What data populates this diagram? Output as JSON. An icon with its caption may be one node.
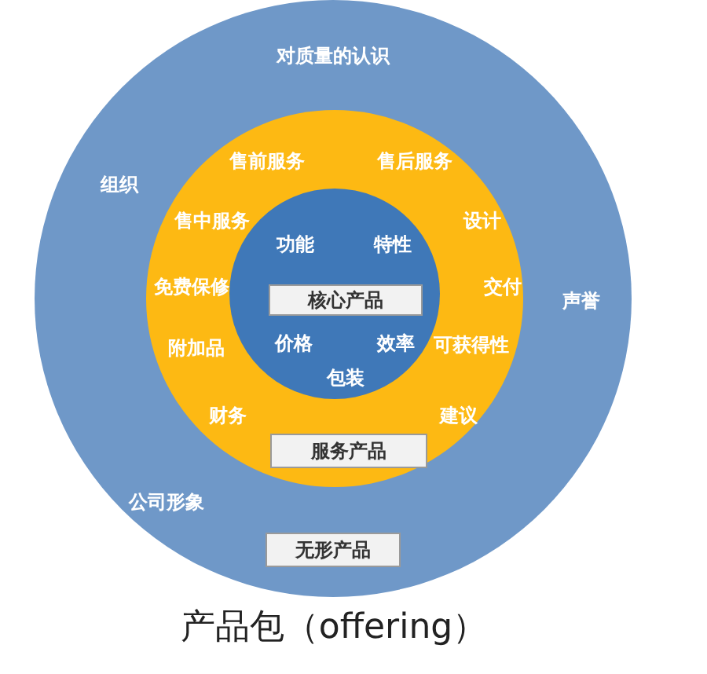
{
  "diagram": {
    "caption": "产品包（offering）",
    "nodes": [
      {
        "text": [
          "对质量的认识",
          "组织",
          "声誉",
          "公司形象"
        ]
      },
      {
        "text": [
          "无形产品"
        ],
        "in": 0
      },
      {
        "text": [
          "售前服务",
          "售后服务",
          "售中服务",
          "设计",
          "免费保修",
          "交付",
          "附加品",
          "可获得性",
          "财务",
          "建议"
        ],
        "in": 0
      },
      {
        "text": [
          "服务产品"
        ],
        "in": 2
      },
      {
        "text": [
          "功能",
          "特性",
          "价格",
          "效率",
          "包装"
        ],
        "in": 2
      },
      {
        "text": [
          "核心产品"
        ],
        "in": 4
      }
    ],
    "edges": []
  }
}
